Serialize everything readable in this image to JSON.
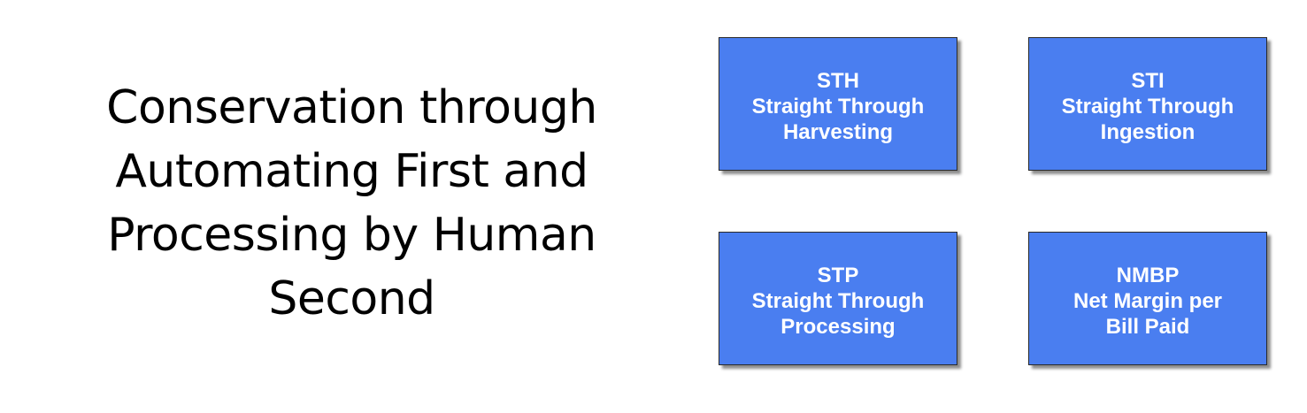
{
  "title": {
    "lines": [
      "Conservation through",
      "Automating First and",
      "Processing by Human",
      "Second"
    ]
  },
  "tiles": [
    {
      "abbr": "STH",
      "line1": "Straight Through",
      "line2": "Harvesting"
    },
    {
      "abbr": "STI",
      "line1": "Straight Through",
      "line2": "Ingestion"
    },
    {
      "abbr": "STP",
      "line1": "Straight Through",
      "line2": "Processing"
    },
    {
      "abbr": "NMBP",
      "line1": "Net Margin per",
      "line2": "Bill Paid"
    }
  ],
  "colors": {
    "tile_fill": "#4a7ef0",
    "tile_text": "#ffffff",
    "title_text": "#000000"
  }
}
